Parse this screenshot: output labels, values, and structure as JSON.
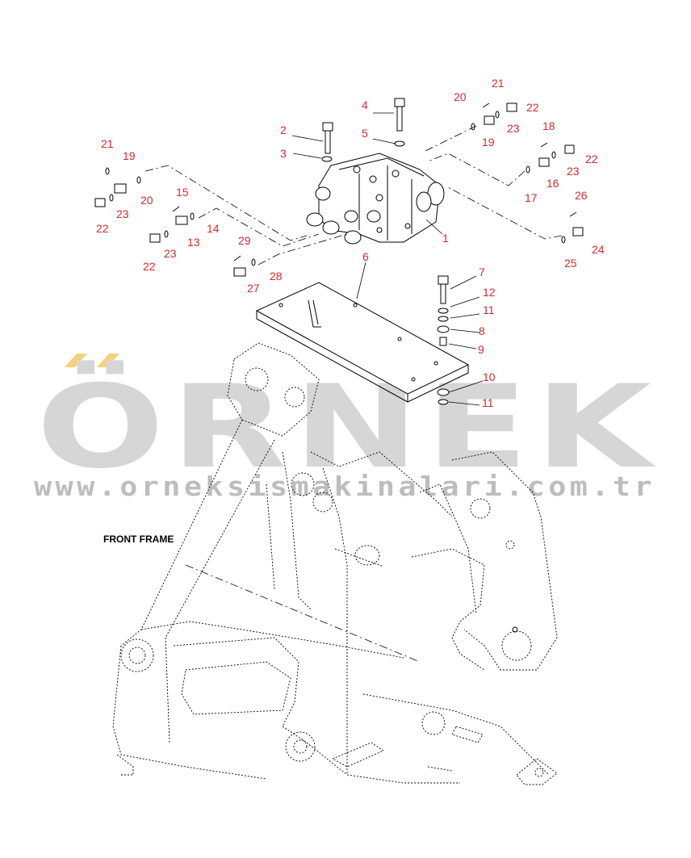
{
  "diagram": {
    "frame_label": "FRONT FRAME",
    "callouts": [
      {
        "id": "c1",
        "text": "1"
      },
      {
        "id": "c2",
        "text": "2"
      },
      {
        "id": "c3",
        "text": "3"
      },
      {
        "id": "c4",
        "text": "4"
      },
      {
        "id": "c5",
        "text": "5"
      },
      {
        "id": "c6",
        "text": "6"
      },
      {
        "id": "c7",
        "text": "7"
      },
      {
        "id": "c8",
        "text": "8"
      },
      {
        "id": "c9",
        "text": "9"
      },
      {
        "id": "c10",
        "text": "10"
      },
      {
        "id": "c11a",
        "text": "11"
      },
      {
        "id": "c11b",
        "text": "11"
      },
      {
        "id": "c12",
        "text": "12"
      },
      {
        "id": "c13",
        "text": "13"
      },
      {
        "id": "c14",
        "text": "14"
      },
      {
        "id": "c15",
        "text": "15"
      },
      {
        "id": "c16",
        "text": "16"
      },
      {
        "id": "c17",
        "text": "17"
      },
      {
        "id": "c18",
        "text": "18"
      },
      {
        "id": "c19a",
        "text": "19"
      },
      {
        "id": "c19b",
        "text": "19"
      },
      {
        "id": "c20a",
        "text": "20"
      },
      {
        "id": "c20b",
        "text": "20"
      },
      {
        "id": "c21a",
        "text": "21"
      },
      {
        "id": "c21b",
        "text": "21"
      },
      {
        "id": "c22a",
        "text": "22"
      },
      {
        "id": "c22b",
        "text": "22"
      },
      {
        "id": "c22c",
        "text": "22"
      },
      {
        "id": "c22d",
        "text": "22"
      },
      {
        "id": "c23a",
        "text": "23"
      },
      {
        "id": "c23b",
        "text": "23"
      },
      {
        "id": "c23c",
        "text": "23"
      },
      {
        "id": "c23d",
        "text": "23"
      },
      {
        "id": "c24",
        "text": "24"
      },
      {
        "id": "c25",
        "text": "25"
      },
      {
        "id": "c26",
        "text": "26"
      },
      {
        "id": "c27",
        "text": "27"
      },
      {
        "id": "c28",
        "text": "28"
      },
      {
        "id": "c29",
        "text": "29"
      }
    ]
  },
  "watermark": {
    "brand": "ÖRNEK",
    "url": "www.orneksismakinalari.com.tr",
    "accent_color": "#f3d27a",
    "text_color": "#d6d6d6"
  }
}
